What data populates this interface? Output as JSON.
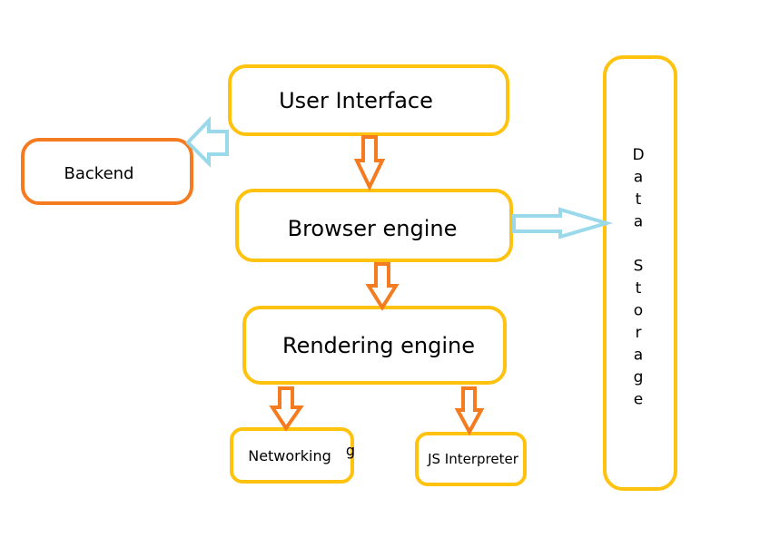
{
  "nodes": {
    "user_interface": "User Interface",
    "backend": "Backend",
    "browser_engine": "Browser engine",
    "rendering_engine": "Rendering engine",
    "networking": "Networking",
    "networking_stray": "g",
    "js_interpreter": "JS Interpreter",
    "data_storage_letters": [
      "D",
      "a",
      "t",
      "a",
      "",
      "S",
      "t",
      "o",
      "r",
      "a",
      "g",
      "e"
    ]
  },
  "colors": {
    "box_border": "#FFC20E",
    "backend_border": "#F47B20",
    "down_arrow": "#F47B20",
    "side_arrow": "#99D9EA"
  }
}
